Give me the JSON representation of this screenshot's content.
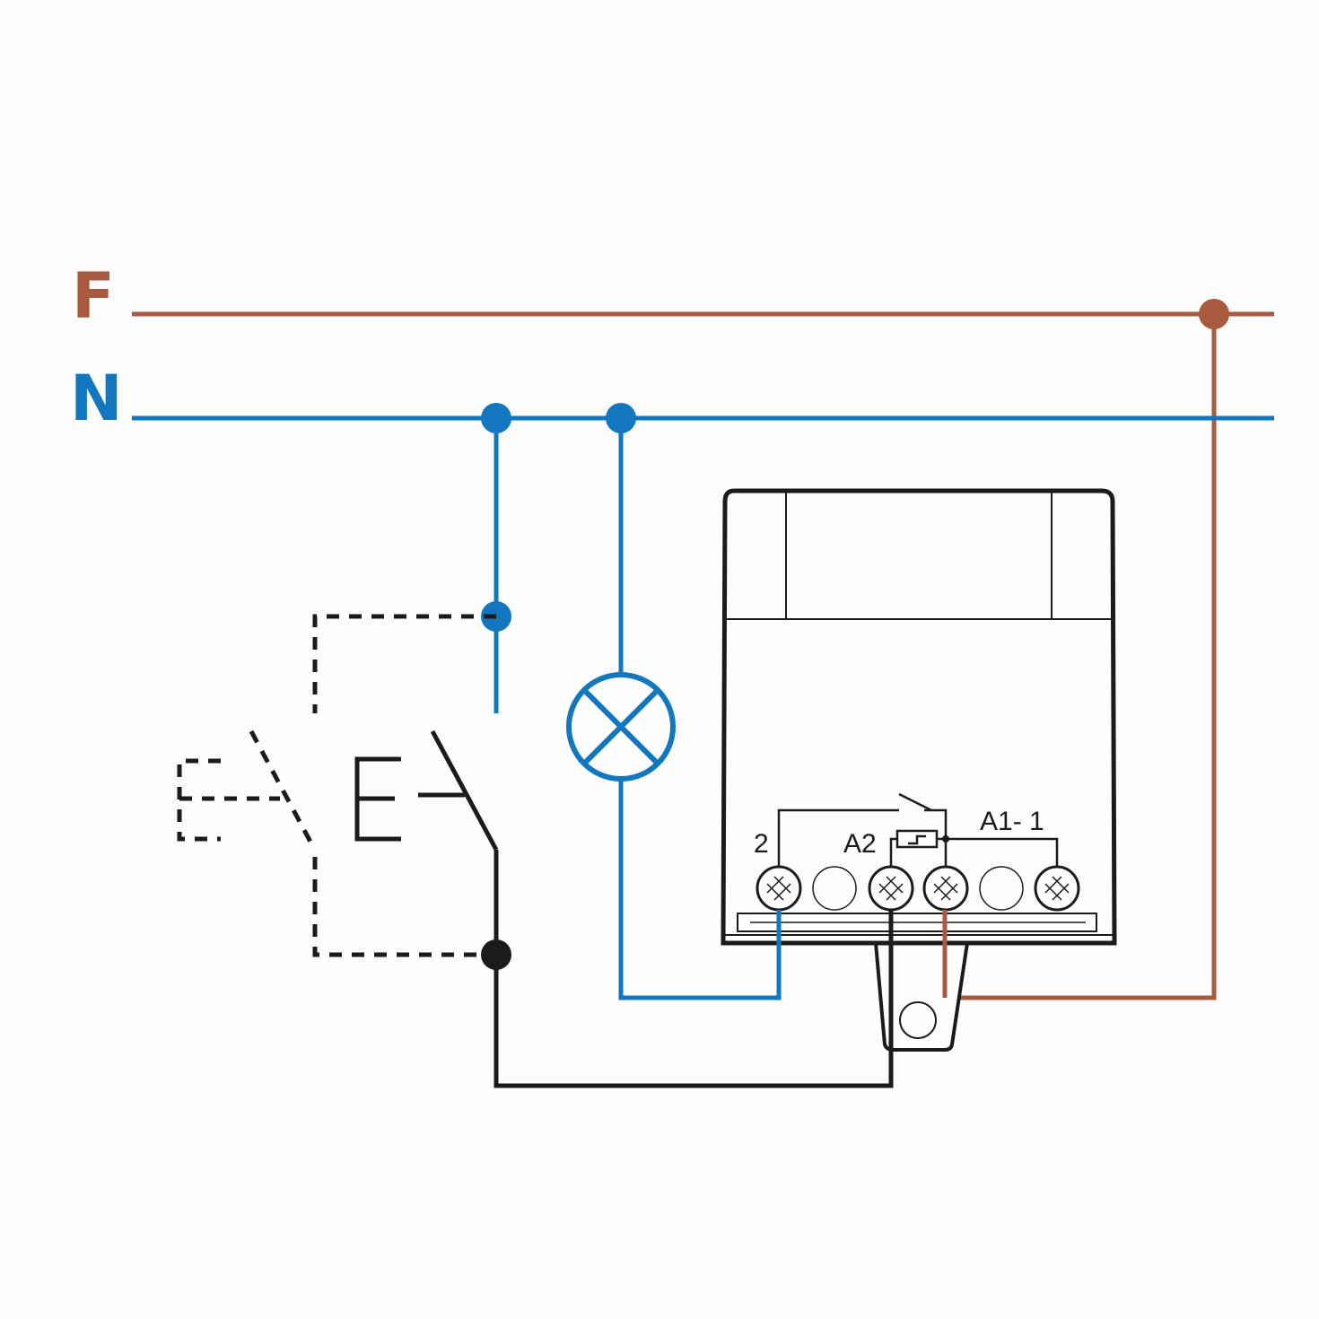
{
  "colors": {
    "phase": "#a85a3e",
    "neutral": "#1277bf",
    "wire": "#1b1b1b",
    "background": "#fdfdfd"
  },
  "lines": {
    "phase_label": "F",
    "neutral_label": "N"
  },
  "relay": {
    "terminal_2_label": "2",
    "terminal_a2_label": "A2",
    "terminal_a1_label": "A1- 1"
  },
  "icons": [
    "lamp-icon",
    "pushbutton-icon",
    "relay-module-icon",
    "screw-terminal-icon"
  ]
}
